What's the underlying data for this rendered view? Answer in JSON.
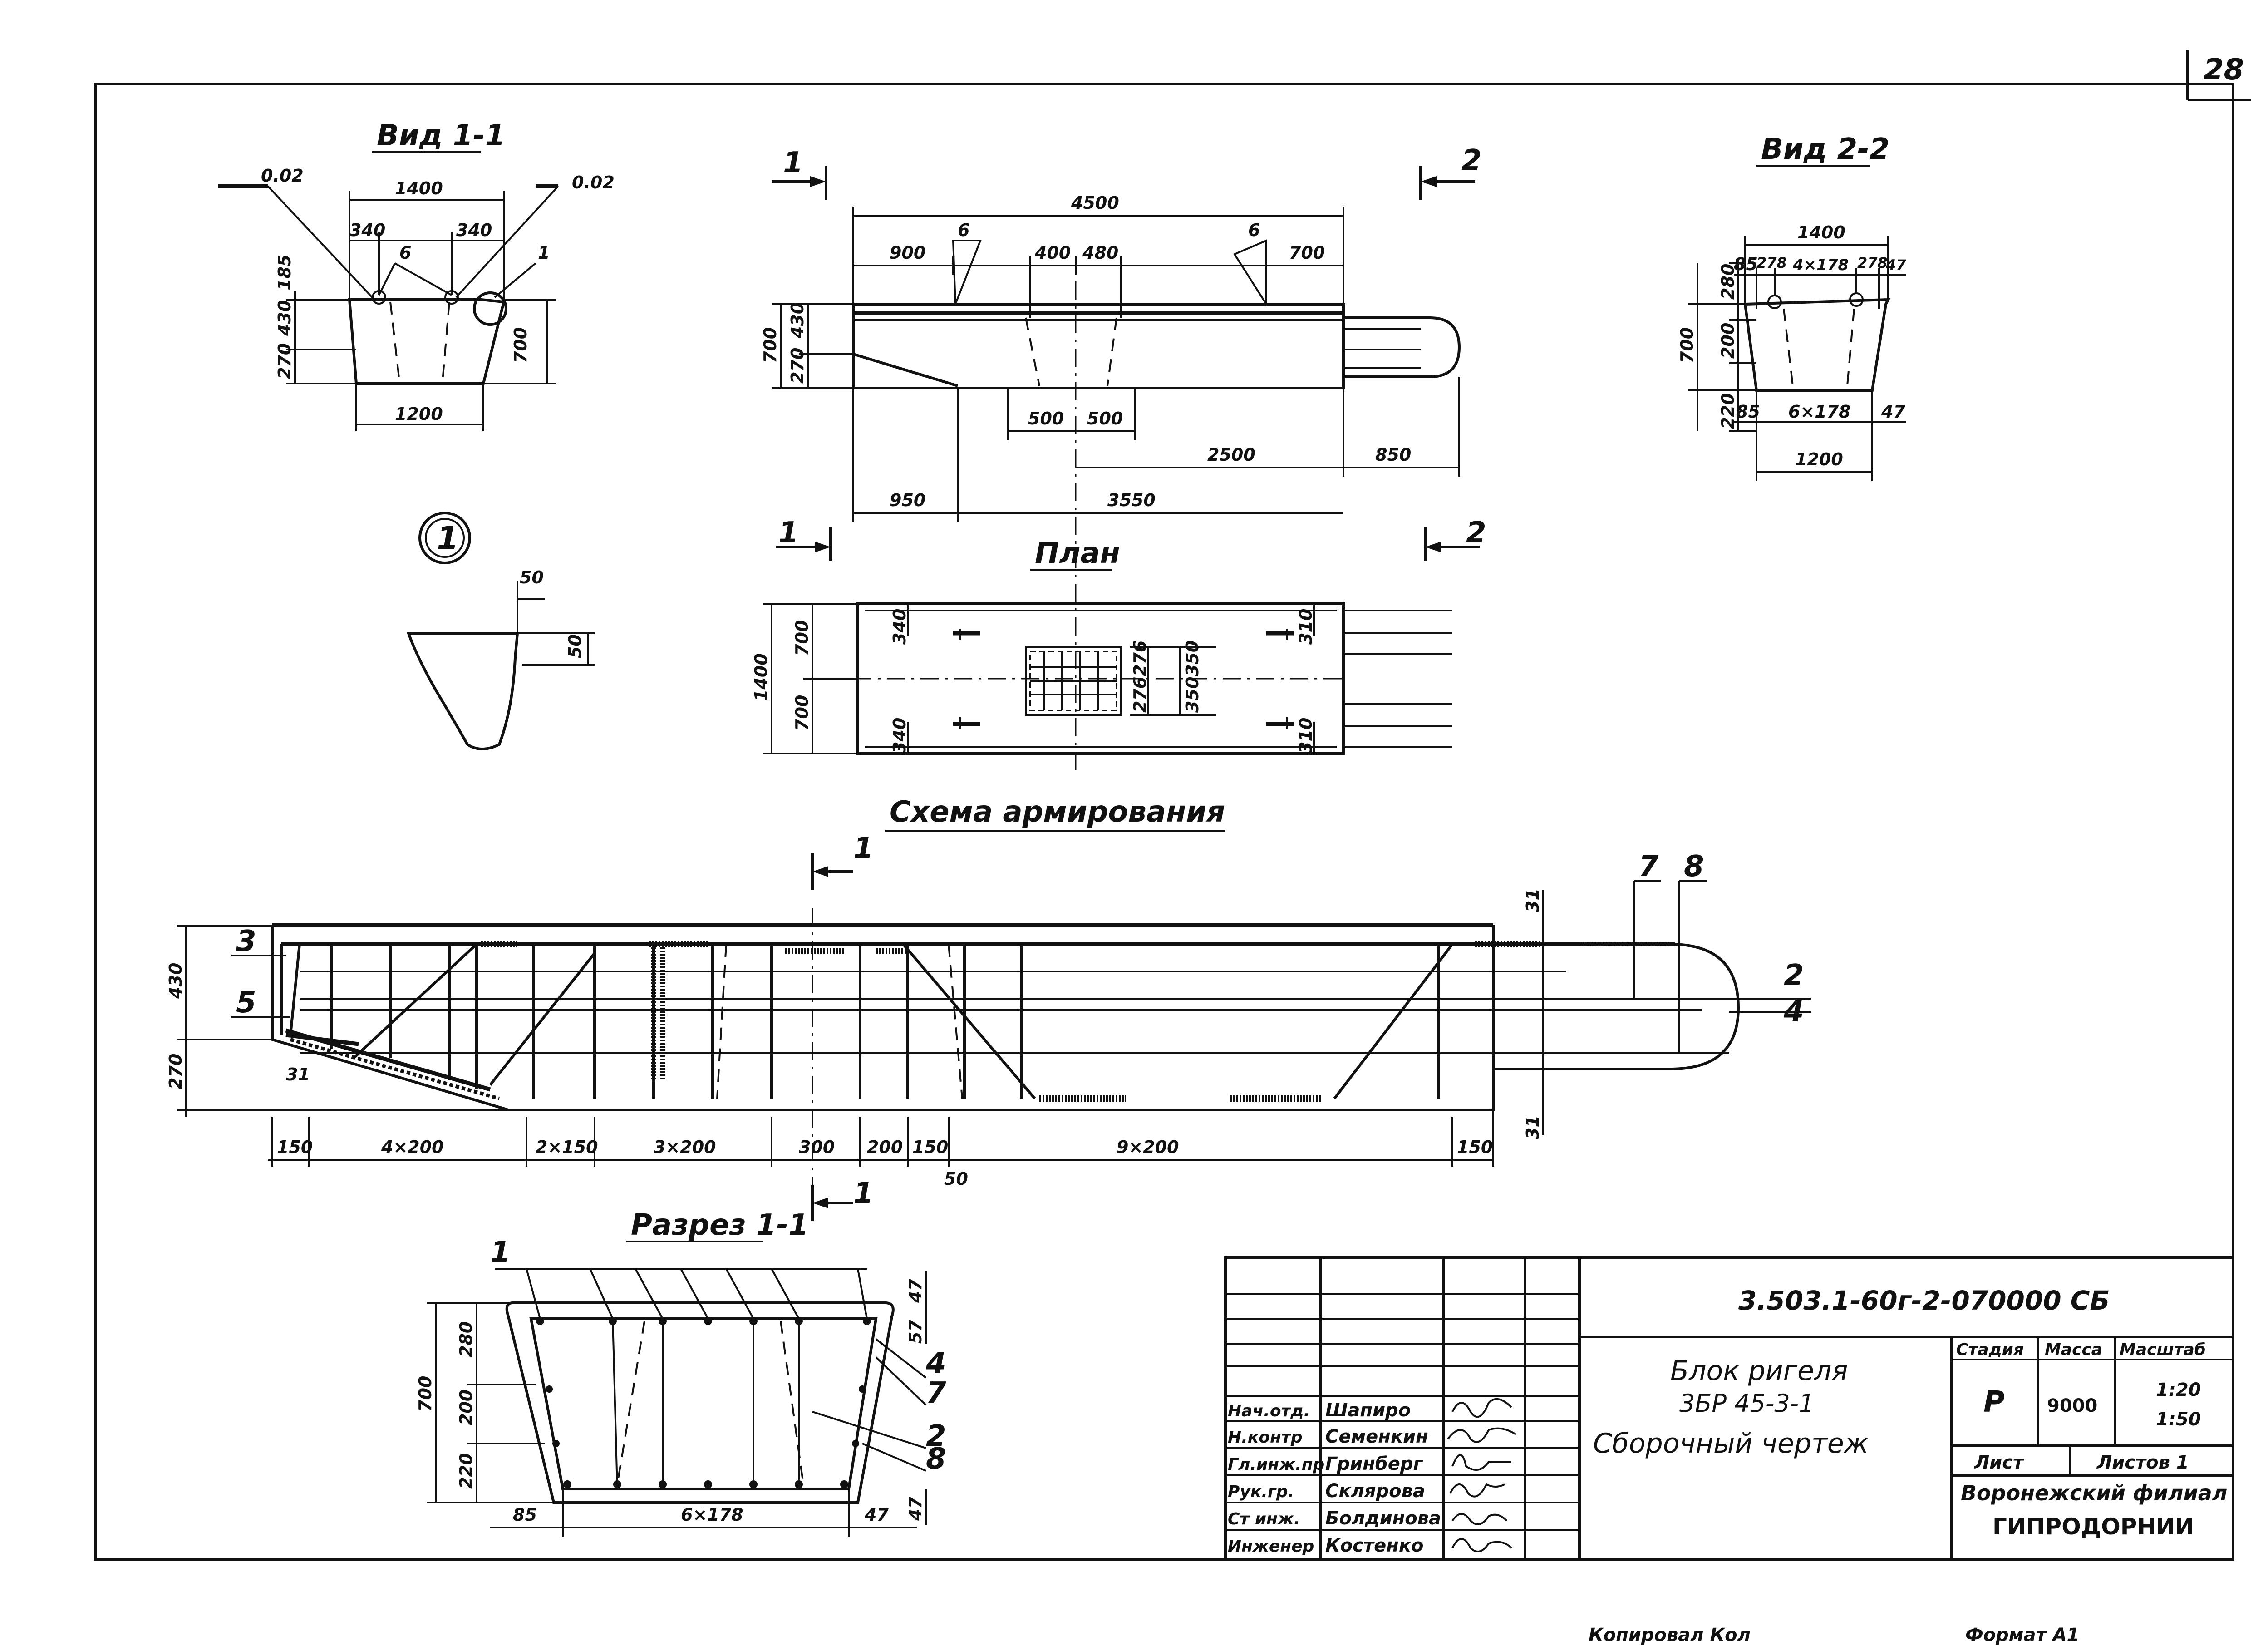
{
  "sheet": {
    "page_number": "28",
    "bottom_left_note": "Копировал Кол",
    "bottom_right_note": "Формат А1"
  },
  "view_1_1": {
    "title": "Вид 1-1",
    "dims": {
      "top_width": "1400",
      "bottom_width": "1200",
      "left_offset": "340",
      "right_offset": "340",
      "height": "700",
      "h1": "185",
      "h2": "430",
      "h3": "270",
      "slope_l": "0.02",
      "slope_r": "0.02"
    },
    "callouts": [
      "6",
      "1"
    ]
  },
  "detail_1": {
    "marker": "1",
    "dims": {
      "d1": "50",
      "d2": "50"
    }
  },
  "section_marks": {
    "left_top": "1",
    "right_top": "2",
    "left_bottom": "1",
    "right_bottom": "2"
  },
  "elevation": {
    "dims": {
      "total": "4500",
      "d900": "900",
      "d700": "700",
      "d400": "400",
      "d480": "480",
      "h700": "700",
      "h430": "430",
      "h270": "270",
      "d500a": "500",
      "d500b": "500",
      "d2500": "2500",
      "d850": "850",
      "d950": "950",
      "d3550": "3550"
    },
    "callouts": [
      "6",
      "6"
    ]
  },
  "plan": {
    "title": "План",
    "dims": {
      "w1400": "1400",
      "h700a": "700",
      "h700b": "700",
      "e340a": "340",
      "e340b": "340",
      "e310a": "310",
      "e310b": "310",
      "c276": "276",
      "c276b": "276",
      "c350a": "350",
      "c350b": "350"
    }
  },
  "view_2_2": {
    "title": "Вид 2-2",
    "dims": {
      "top_width": "1400",
      "d85": "85",
      "d278a": "278",
      "d4x178": "4×178",
      "d278b": "278",
      "d47": "47",
      "h280": "280",
      "h200": "200",
      "h220": "220",
      "h700": "700",
      "b85": "85",
      "b6x178": "6×178",
      "b47": "47",
      "bottom_width": "1200"
    }
  },
  "reinforcement": {
    "title": "Схема армирования",
    "labels": {
      "l3": "3",
      "l5": "5",
      "l7": "7",
      "l8": "8",
      "l2": "2",
      "l4": "4"
    },
    "dims": {
      "h430": "430",
      "h270": "270",
      "d31a": "31",
      "d31b": "31",
      "d31c": "31",
      "d150a": "150",
      "d4x200": "4×200",
      "d2x150": "2×150",
      "d3x200": "3×200",
      "d300": "300",
      "d200": "200",
      "d150b": "150",
      "d9x200": "9×200",
      "d150c": "150",
      "d50": "50"
    },
    "section_top": "1",
    "section_bottom": "1"
  },
  "section_1_1": {
    "title": "Разрез 1-1",
    "callouts": {
      "c1": "1",
      "c4": "4",
      "c7": "7",
      "c2": "2",
      "c8": "8"
    },
    "dims": {
      "h700": "700",
      "h280": "280",
      "h200": "200",
      "h220": "220",
      "b85": "85",
      "b6x178": "6×178",
      "b47": "47",
      "r47a": "47",
      "r57": "57",
      "r47b": "47"
    }
  },
  "title_block": {
    "code": "3.503.1-60г-2-070000 СБ",
    "name_line1": "Блок ригеля",
    "name_line2": "3БР 45-3-1",
    "name_line3": "Сборочный чертеж",
    "stage_header": "Стадия",
    "mass_header": "Масса",
    "scale_header": "Масштаб",
    "stage_value": "Р",
    "mass_value": "9000",
    "scale_1": "1:20",
    "scale_2": "1:50",
    "sheet_label": "Лист",
    "sheets_label": "Листов 1",
    "org_line1": "Воронежский филиал",
    "org_line2": "ГИПРОДОРНИИ",
    "staff": [
      {
        "role": "Нач.отд.",
        "name": "Шапиро"
      },
      {
        "role": "Н.контр",
        "name": "Семенкин"
      },
      {
        "role": "Гл.инж.пр",
        "name": "Гринберг"
      },
      {
        "role": "Рук.гр.",
        "name": "Склярова"
      },
      {
        "role": "Ст инж.",
        "name": "Болдинова"
      },
      {
        "role": "Инженер",
        "name": "Костенко"
      }
    ]
  }
}
